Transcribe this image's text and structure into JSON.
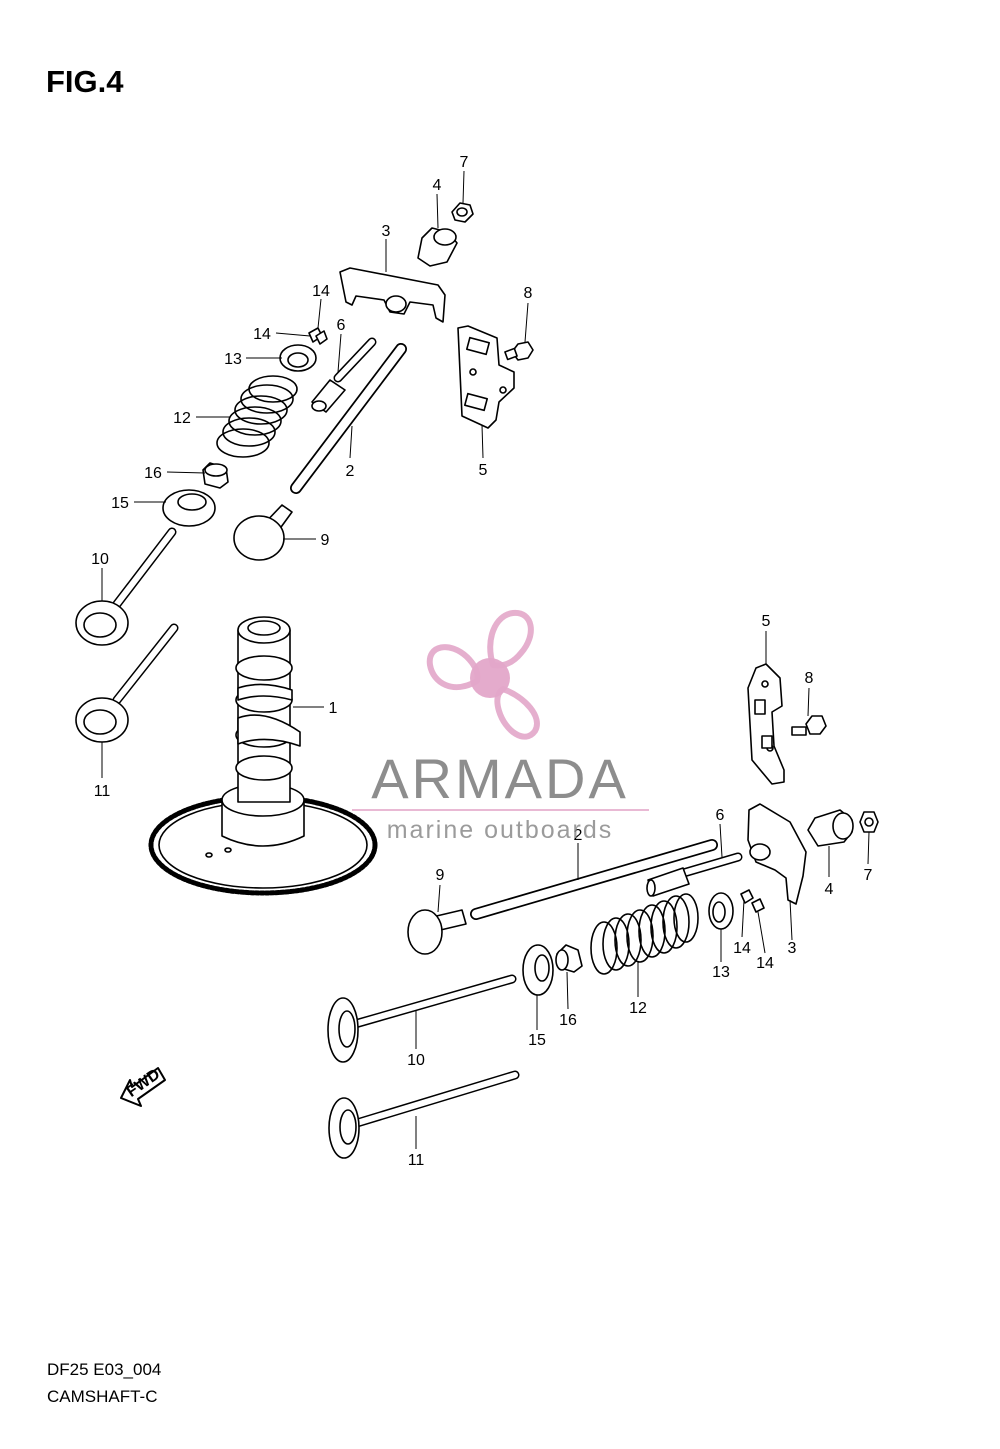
{
  "figure": {
    "title": "FIG.4"
  },
  "footer": {
    "code": "DF25 E03_004",
    "name": "CAMSHAFT-C"
  },
  "watermark": {
    "name": "ARMADA",
    "tagline": "marine outboards",
    "logo_icon": "propeller-icon",
    "logo_color": "#e3a7c9"
  },
  "forward_marker": {
    "text": "FWD",
    "icon": "forward-arrow-icon"
  },
  "callouts": [
    "7",
    "4",
    "3",
    "8",
    "14",
    "14",
    "6",
    "13",
    "12",
    "2",
    "5",
    "16",
    "15",
    "9",
    "10",
    "11",
    "1",
    "5",
    "8",
    "6",
    "2",
    "9",
    "4",
    "7",
    "3",
    "14",
    "14",
    "13",
    "12",
    "16",
    "15",
    "10",
    "11"
  ]
}
